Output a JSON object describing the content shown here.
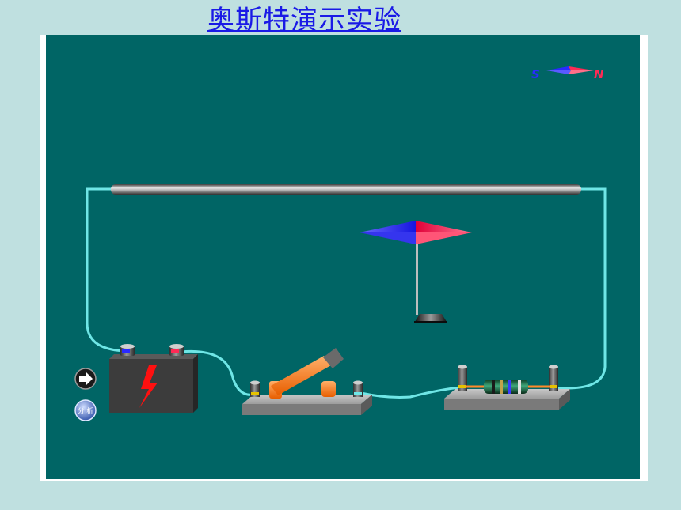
{
  "title": "奥斯特演示实验",
  "compass_legend": {
    "south_label": "S",
    "north_label": "N"
  },
  "controls": {
    "analysis_label": "分 析"
  },
  "colors": {
    "board": "#006565",
    "wire": "#6fe6e6",
    "south_blue": "#2a2aff",
    "north_red": "#ff2a55",
    "switch_orange": "#ff7a1a",
    "title_blue": "#1a1ae6"
  },
  "icons": {
    "play": "play-arrow-icon",
    "lightning": "lightning-bolt-icon",
    "compass": "compass-needle-icon"
  }
}
